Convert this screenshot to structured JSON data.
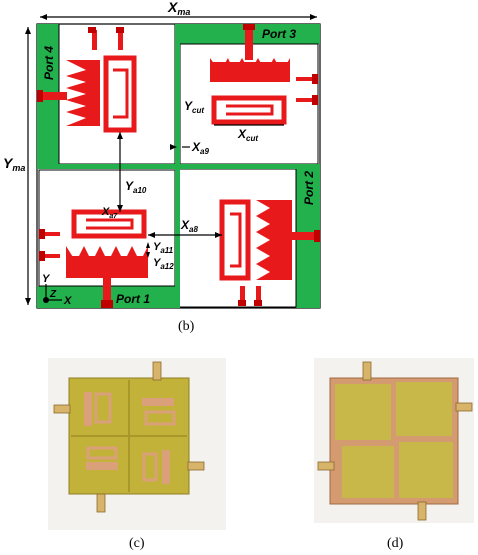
{
  "diagram": {
    "dimensions": {
      "overall_width": {
        "main": "X",
        "sub": "ma"
      },
      "overall_height": {
        "main": "Y",
        "sub": "ma"
      },
      "gap_a9": {
        "main": "X",
        "sub": "a9"
      },
      "gap_a10": {
        "main": "Y",
        "sub": "a10"
      },
      "gap_a8": {
        "main": "X",
        "sub": "a8"
      },
      "gap_a11": {
        "main": "Y",
        "sub": "a11"
      },
      "gap_a12": {
        "main": "Y",
        "sub": "a12"
      },
      "cut_y": {
        "main": "Y",
        "sub": "cut"
      },
      "cut_x": {
        "main": "X",
        "sub": "cut"
      },
      "x7": {
        "main": "X",
        "sub": "a7"
      }
    },
    "ports": {
      "port1": "Port 1",
      "port2": "Port 2",
      "port3": "Port 3",
      "port4": "Port 4"
    },
    "axes": {
      "y": "Y",
      "z": "Z",
      "x": "X"
    },
    "colors": {
      "ground": "#22b14c",
      "metal": "#e8191b",
      "line": "#c00000",
      "connector": "#d27d5a"
    }
  },
  "captions": {
    "b": "(b)",
    "c": "(c)",
    "d": "(d)"
  }
}
